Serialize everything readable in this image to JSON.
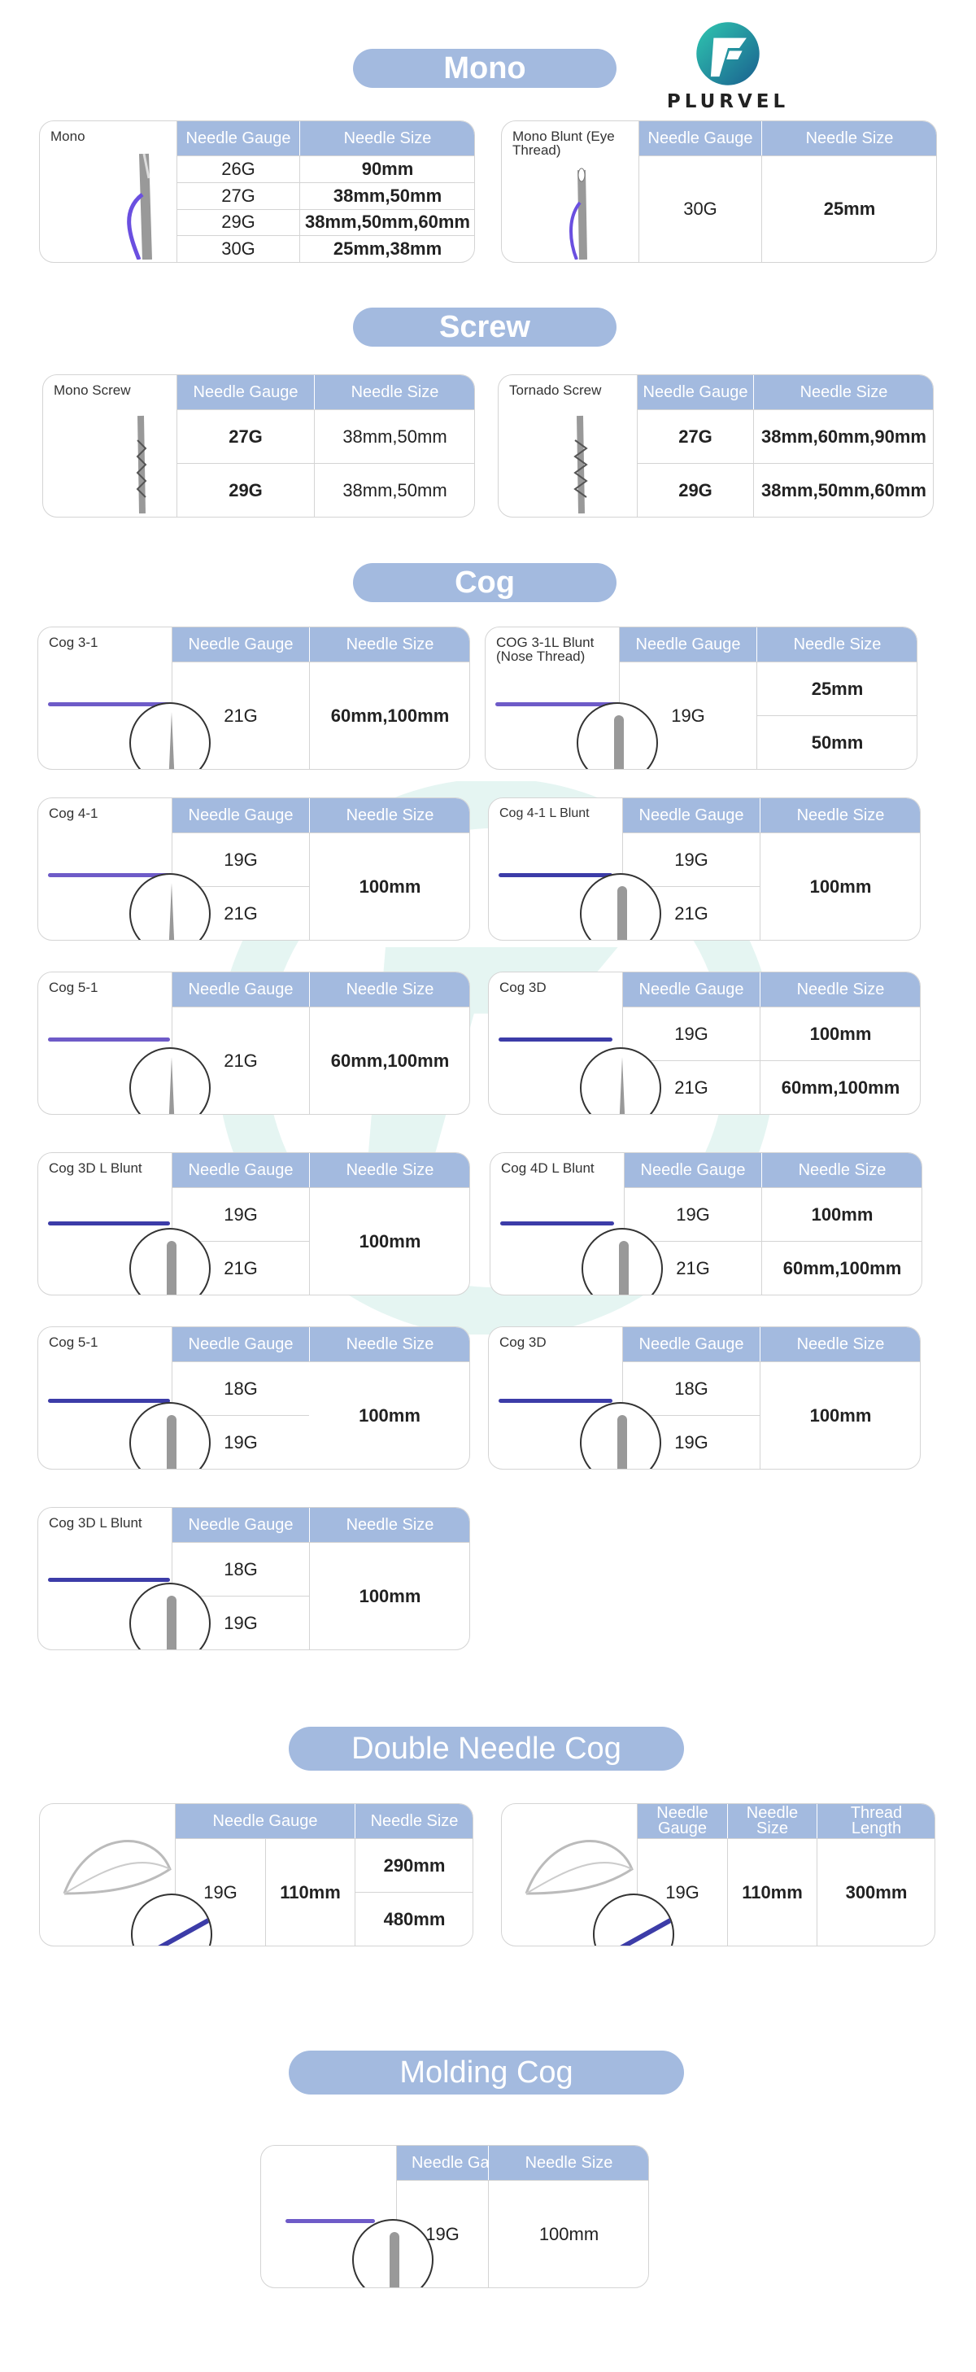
{
  "brand": {
    "name": "PLURVEL"
  },
  "sections": {
    "mono": "Mono",
    "screw": "Screw",
    "cog": "Cog",
    "double": "Double Needle Cog",
    "molding": "Molding Cog"
  },
  "headers": {
    "gauge": "Needle Gauge",
    "size": "Needle Size",
    "gauge_split": "Needle\nGauge",
    "size_split": "Needle\nSize",
    "length": "Thread\nLength",
    "gauge_cut": "Needle Ga"
  },
  "mono": {
    "left": {
      "name": "Mono",
      "rows": [
        [
          "26G",
          "90mm"
        ],
        [
          "27G",
          "38mm,50mm"
        ],
        [
          "29G",
          "38mm,50mm,60mm"
        ],
        [
          "30G",
          "25mm,38mm"
        ]
      ]
    },
    "right": {
      "name": "Mono Blunt (Eye Thread)",
      "gauge": "30G",
      "size": "25mm"
    }
  },
  "screw": {
    "left": {
      "name": "Mono Screw",
      "rows": [
        [
          "27G",
          "38mm,50mm"
        ],
        [
          "29G",
          "38mm,50mm"
        ]
      ]
    },
    "right": {
      "name": "Tornado Screw",
      "rows": [
        [
          "27G",
          "38mm,60mm,90mm"
        ],
        [
          "29G",
          "38mm,50mm,60mm"
        ]
      ]
    }
  },
  "cog": {
    "c1": {
      "name": "Cog 3-1",
      "gauge": "21G",
      "size": "60mm,100mm"
    },
    "c2": {
      "name": "COG 3-1L Blunt (Nose Thread)",
      "gauge": "19G",
      "sizes": [
        "25mm",
        "50mm"
      ]
    },
    "c3": {
      "name": "Cog 4-1",
      "gauges": [
        "19G",
        "21G"
      ],
      "size": "100mm"
    },
    "c4": {
      "name": "Cog 4-1 L Blunt",
      "gauges": [
        "19G",
        "21G"
      ],
      "size": "100mm"
    },
    "c5": {
      "name": "Cog 5-1",
      "gauge": "21G",
      "size": "60mm,100mm"
    },
    "c6": {
      "name": "Cog  3D",
      "rows": [
        [
          "19G",
          "100mm"
        ],
        [
          "21G",
          "60mm,100mm"
        ]
      ]
    },
    "c7": {
      "name": "Cog  3D L Blunt",
      "gauges": [
        "19G",
        "21G"
      ],
      "size": "100mm"
    },
    "c8": {
      "name": "Cog  4D L Blunt",
      "rows": [
        [
          "19G",
          "100mm"
        ],
        [
          "21G",
          "60mm,100mm"
        ]
      ]
    },
    "c9": {
      "name": "Cog 5-1",
      "gauges": [
        "18G",
        "19G"
      ],
      "size": "100mm"
    },
    "c10": {
      "name": "Cog  3D",
      "gauges": [
        "18G",
        "19G"
      ],
      "size": "100mm"
    },
    "c11": {
      "name": "Cog  3D L Blunt",
      "gauges": [
        "18G",
        "19G"
      ],
      "size": "100mm"
    }
  },
  "double": {
    "left": {
      "gauge": "19G",
      "size": "110mm",
      "lengths": [
        "290mm",
        "480mm"
      ]
    },
    "right": {
      "gauge": "19G",
      "size": "110mm",
      "length": "300mm"
    }
  },
  "molding": {
    "gauge": "19G",
    "size": "100mm"
  }
}
